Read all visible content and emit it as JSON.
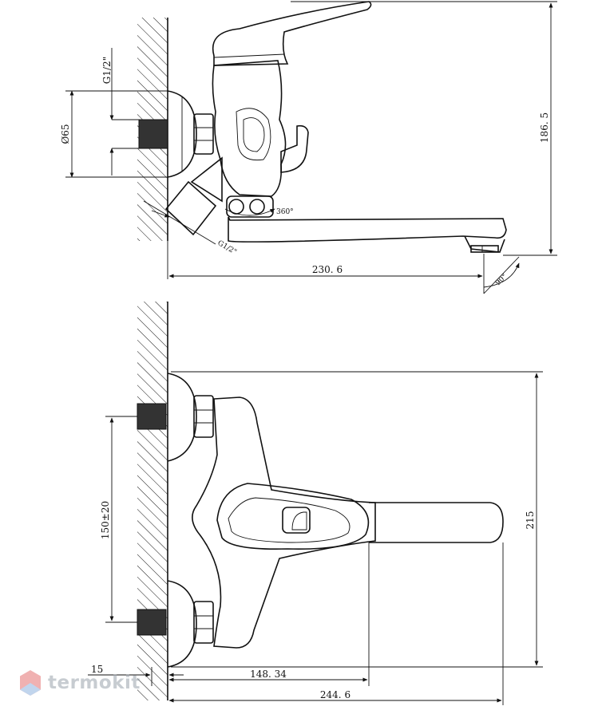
{
  "dimensions": {
    "g_half_top": "G1/2\"",
    "dia_65": "Ø65",
    "height_186_5": "186. 5",
    "length_230_6": "230. 6",
    "g_half_inlet": "G1/2\"",
    "rotation_360": "360°",
    "angle_90": "90°",
    "spacing_150_20": "150±20",
    "height_215": "215",
    "offset_15": "15",
    "length_148_34": "148. 34",
    "length_244_6": "244. 6"
  },
  "watermark": {
    "text": "termokit",
    "icon": "hexagon-logo-icon"
  },
  "colors": {
    "line": "#111111",
    "watermark": "#9aa4ad",
    "logo_red": "#e57373",
    "logo_blue": "#90b4e0"
  }
}
